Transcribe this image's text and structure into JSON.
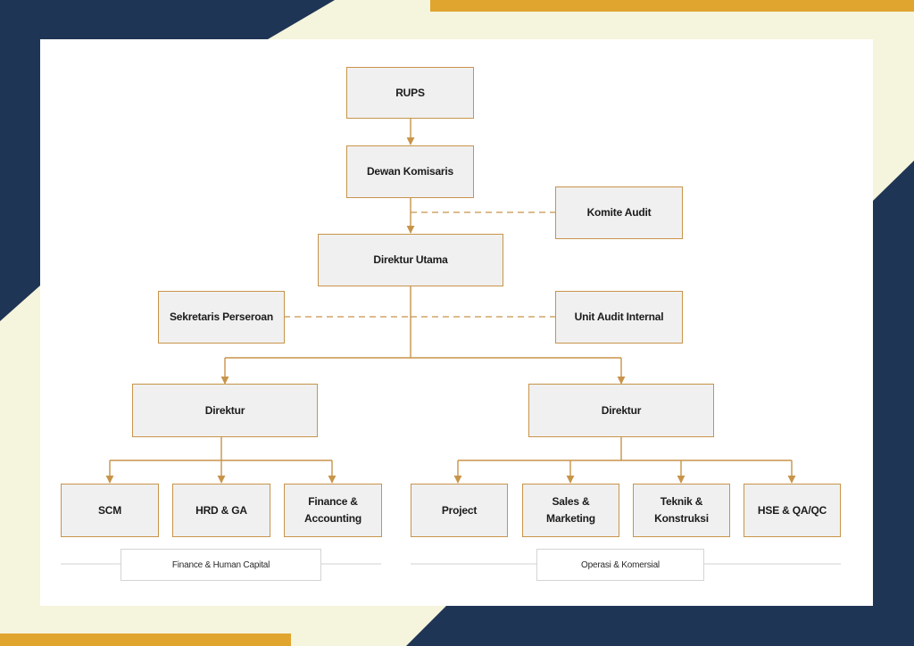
{
  "colors": {
    "navy": "#1f3555",
    "gold": "#e0a52e",
    "cream": "#f5f4dc",
    "box_fill": "#f0f0f0",
    "box_border": "#c8944a",
    "connector": "#c8944a"
  },
  "nodes": {
    "rups": "RUPS",
    "dewan_komisaris": "Dewan Komisaris",
    "komite_audit": "Komite Audit",
    "direktur_utama": "Direktur Utama",
    "sekretaris_perseroan": "Sekretaris Perseroan",
    "unit_audit_internal": "Unit Audit Internal",
    "direktur_left": "Direktur",
    "direktur_right": "Direktur",
    "scm": "SCM",
    "hrd_ga": "HRD & GA",
    "finance_line1": "Finance &",
    "finance_line2": "Accounting",
    "project": "Project",
    "sales_line1": "Sales &",
    "sales_line2": "Marketing",
    "teknik_line1": "Teknik &",
    "teknik_line2": "Konstruksi",
    "hse_qa_qc": "HSE & QA/QC"
  },
  "groups": {
    "left": "Finance & Human Capital",
    "right": "Operasi & Komersial"
  }
}
